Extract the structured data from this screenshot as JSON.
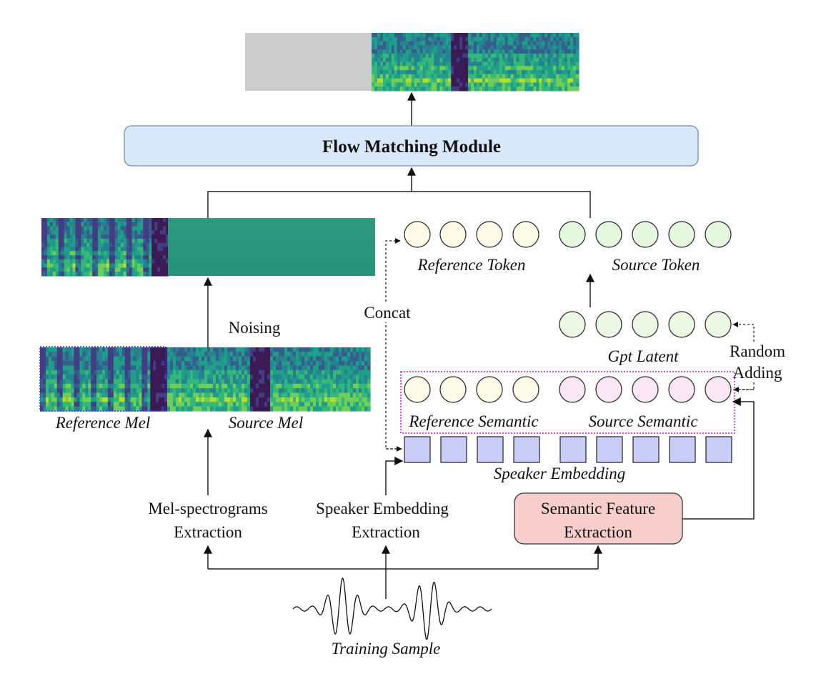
{
  "colors": {
    "flow_box_fill": "#dae8fc",
    "flow_box_stroke": "#6c8ebf",
    "semantic_box_fill": "#f8cecc",
    "semantic_box_stroke": "#333333",
    "reference_circle_fill": "#fefce8",
    "source_token_circle_fill": "#e6f7e0",
    "gpt_latent_circle_fill": "#ecf8e4",
    "source_semantic_circle_fill": "#fbe6f6",
    "speaker_square_fill": "#c9cdf7",
    "magenta_dotted_border": "#e040e0",
    "blue_dotted_border": "#3333ff",
    "spectrogram_dark": "#3b1b55",
    "spectrogram_mid": "#2a8a85",
    "spectrogram_bright": "#b5d63a",
    "noise_fill": "#2a9a82",
    "masked_fill": "#cccccc"
  },
  "labels": {
    "flow_matching_module": "Flow Matching Module",
    "noising": "Noising",
    "concat": "Concat",
    "reference_token": "Reference Token",
    "source_token": "Source Token",
    "gpt_latent": "Gpt Latent",
    "random_adding_line1": "Random",
    "random_adding_line2": "Adding",
    "reference_mel": "Reference Mel",
    "source_mel": "Source Mel",
    "reference_semantic": "Reference Semantic",
    "source_semantic": "Source Semantic",
    "speaker_embedding": "Speaker Embedding",
    "mel_extraction_line1": "Mel-spectrograms",
    "mel_extraction_line2": "Extraction",
    "speaker_extraction_line1": "Speaker Embedding",
    "speaker_extraction_line2": "Extraction",
    "semantic_extraction_line1": "Semantic Feature",
    "semantic_extraction_line2": "Extraction",
    "training_sample": "Training Sample"
  }
}
